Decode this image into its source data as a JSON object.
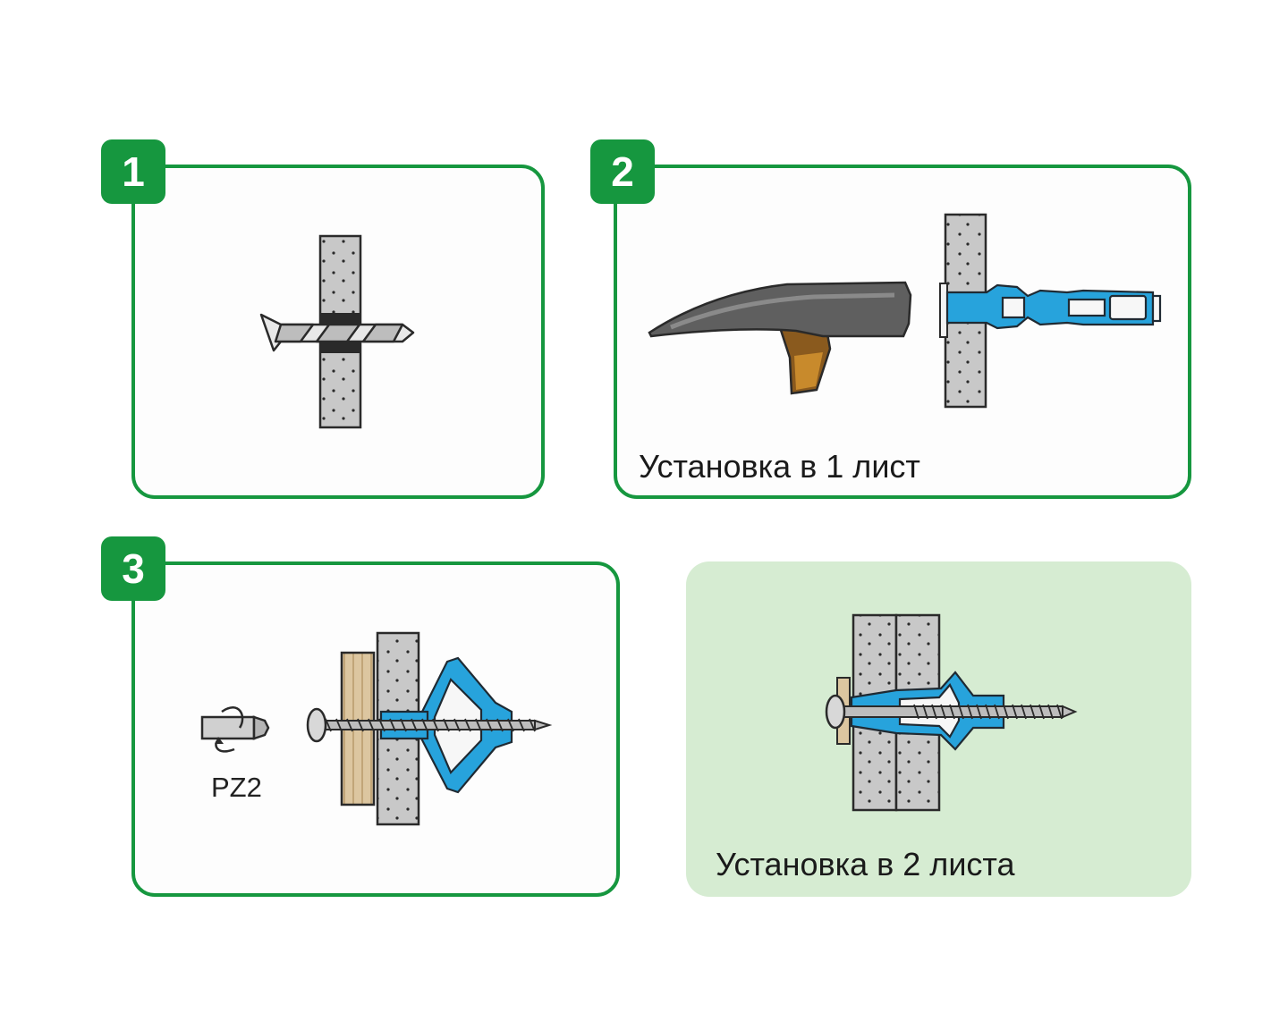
{
  "steps": [
    {
      "number": "1"
    },
    {
      "number": "2",
      "caption": "Установка в 1 лист"
    },
    {
      "number": "3",
      "bit_label": "PZ2"
    }
  ],
  "extra_panel": {
    "caption": "Установка в 2 листа"
  },
  "colors": {
    "accent": "#16973f",
    "highlight_bg": "#d6ecd2",
    "anchor": "#27a3dc",
    "board": "#c7c7c7",
    "wood": "#dcc6a0"
  }
}
